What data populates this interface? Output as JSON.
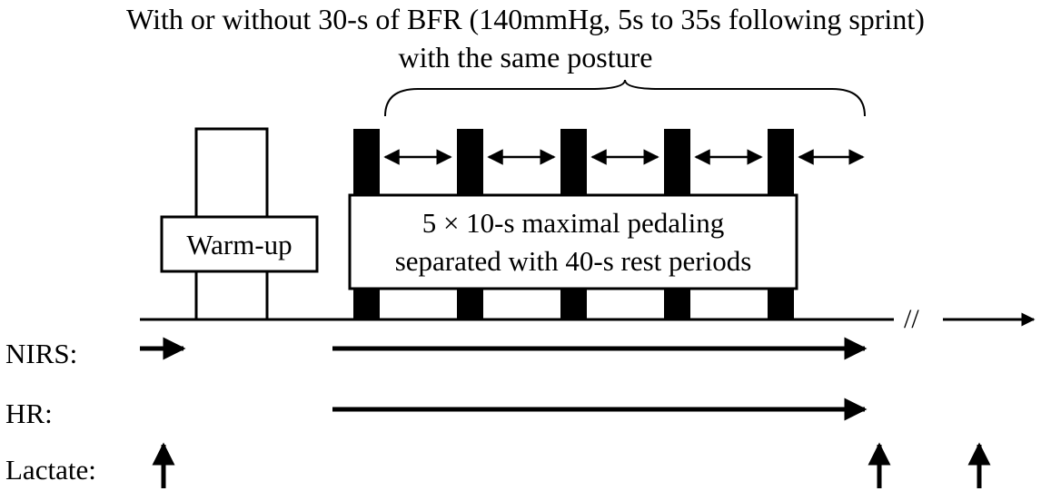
{
  "title": {
    "line1": "With or without 30-s of BFR (140mmHg, 5s to 35s following sprint)",
    "line2": "with the same posture"
  },
  "warmup": {
    "label": "Warm-up"
  },
  "sprint_box": {
    "line1": "5 × 10-s maximal pedaling",
    "line2": "separated with 40-s rest periods"
  },
  "sprints": {
    "count": 5
  },
  "timeline": {
    "break_symbol": "//"
  },
  "measures": {
    "nirs_label": "NIRS:",
    "hr_label": "HR:",
    "lactate_label": "Lactate:"
  },
  "colors": {
    "ink": "#000000",
    "background": "#ffffff"
  }
}
